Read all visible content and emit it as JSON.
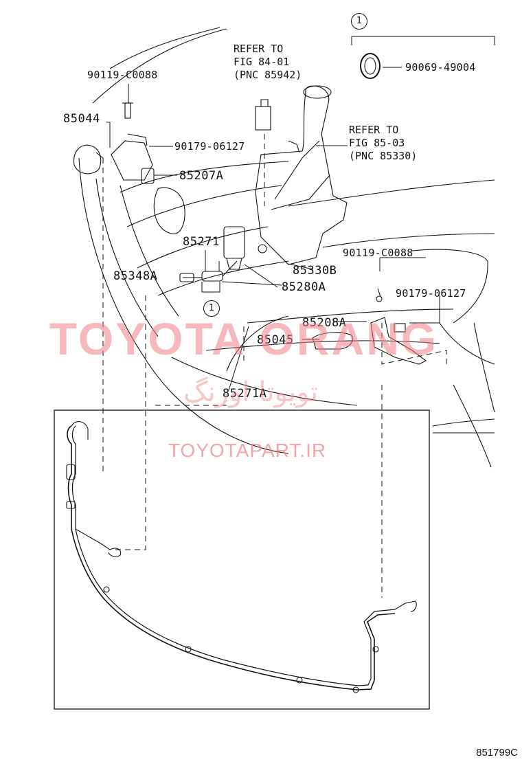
{
  "callouts": {
    "c_90119_top": "90119-C0088",
    "c_85044": "85044",
    "c_90179_top": "90179-06127",
    "c_85207A": "85207A",
    "c_85271": "85271",
    "c_85348A": "85348A",
    "c_85330B": "85330B",
    "c_85280A": "85280A",
    "c_90119_right": "90119-C0088",
    "c_90179_right": "90179-06127",
    "c_85208A": "85208A",
    "c_85045": "85045",
    "c_85271A": "85271A",
    "c_90069": "90069-49004"
  },
  "references": {
    "ref1": [
      "REFER TO",
      "FIG 84-01",
      "(PNC 85942)"
    ],
    "ref2": [
      "REFER TO",
      "FIG 85-03",
      "(PNC 85330)"
    ]
  },
  "group_markers": {
    "top_right": "1",
    "under_85271": "1"
  },
  "watermark": {
    "brand": "TOYOTA ORANG",
    "persian": "تویوتا اورنگ",
    "site": "TOYOTAPART.IR"
  },
  "figure_code": "851799C",
  "colors": {
    "line": "#111111",
    "watermark": "#f07f86"
  }
}
